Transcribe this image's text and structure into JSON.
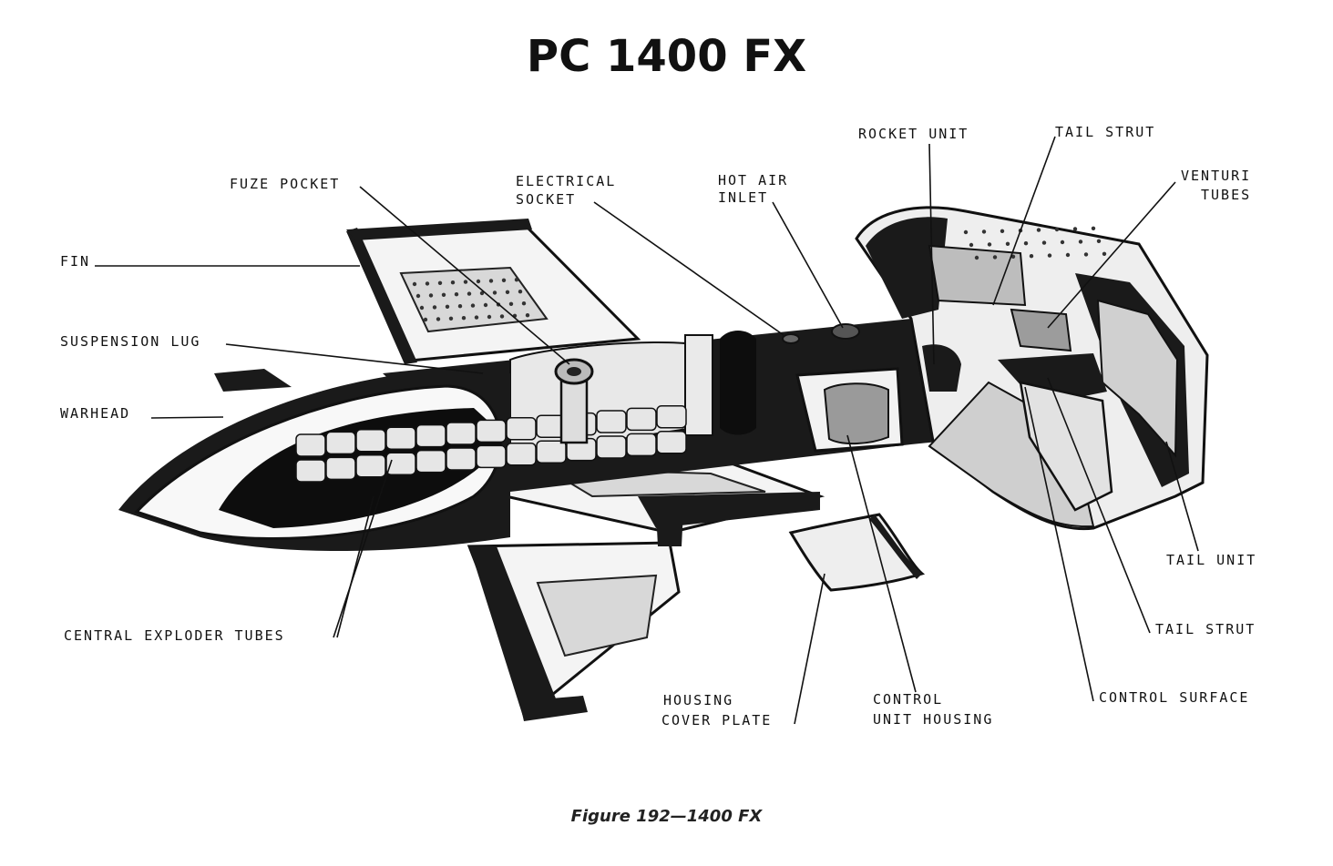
{
  "title": "PC 1400 FX",
  "caption": "Figure 192—1400 FX",
  "labels": {
    "fin": "FIN",
    "suspension_lug": "SUSPENSION LUG",
    "warhead": "WARHEAD",
    "central_exploder_tubes": "CENTRAL EXPLODER TUBES",
    "fuze_pocket": "FUZE POCKET",
    "electrical_socket_1": "ELECTRICAL",
    "electrical_socket_2": "SOCKET",
    "hot_air_inlet_1": "HOT AIR",
    "hot_air_inlet_2": "INLET",
    "rocket_unit": "ROCKET UNIT",
    "tail_strut_top": "TAIL STRUT",
    "venturi_tubes_1": "VENTURI",
    "venturi_tubes_2": "TUBES",
    "tail_unit": "TAIL UNIT",
    "tail_strut_bottom": "TAIL STRUT",
    "control_surface": "CONTROL SURFACE",
    "control_unit_housing_1": "CONTROL",
    "control_unit_housing_2": "UNIT HOUSING",
    "housing_cover_plate_1": "HOUSING",
    "housing_cover_plate_2": "COVER PLATE"
  }
}
